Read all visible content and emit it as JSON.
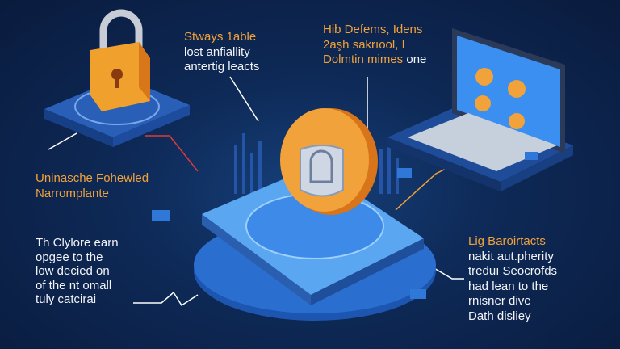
{
  "colors": {
    "background": "#0c2250",
    "accent_orange": "#f2a23a",
    "text": "#f2f4f8",
    "platform_blue": "#2a6fd0",
    "alert_red": "#e03a3a"
  },
  "icons": [
    "padlock-icon",
    "lock-coin-icon",
    "laptop-icon",
    "server-chip-icon"
  ],
  "callouts": {
    "top_center": {
      "title": "Stways 1able",
      "lines": [
        "lost anfiallity",
        "antertig leacts"
      ]
    },
    "top_right": {
      "lines_orange": [
        "Hib Defems, Idens",
        "2aşh sakrıool, I"
      ],
      "last_orange": "Dolmtin mimes",
      "last_white": "one"
    },
    "left_middle": {
      "lines": [
        "Uninasche Fohewled",
        "Narromplante"
      ]
    },
    "left_bottom": {
      "lines": [
        "Th Clylore earn",
        "opgee to the",
        "low decied on",
        "of the nt omall",
        "tuly catcirai"
      ]
    },
    "right_bottom": {
      "title": "Lig Baroirtacts",
      "lines": [
        "nakit aut.pherity",
        "treduı Seocrofds",
        "had lean to the",
        "rnisner dive",
        "Dath disliey"
      ]
    }
  }
}
